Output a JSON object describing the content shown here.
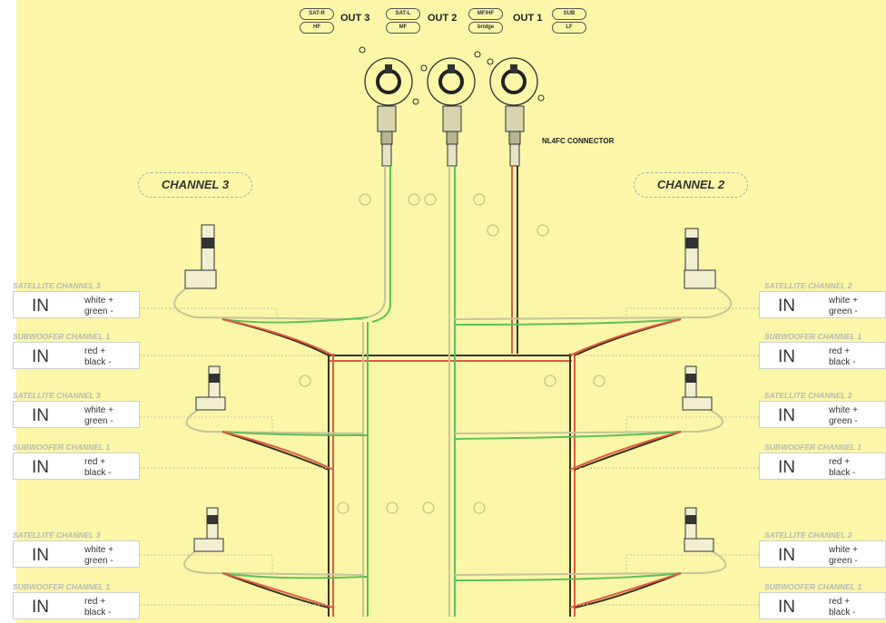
{
  "outputs": [
    {
      "label": "OUT 3",
      "pin_top": "SAT-R",
      "pin_bottom": "HF"
    },
    {
      "label": "OUT 2",
      "pin_top": "SAT-L",
      "pin_bottom": "MF"
    },
    {
      "label": "OUT 1",
      "pin_top": "MF/HF",
      "pin_bottom": "bridge"
    },
    {
      "label": "",
      "pin_top": "SUB",
      "pin_bottom": "LF"
    }
  ],
  "connector_label": "NL4FC CONNECTOR",
  "channel_left": "CHANNEL 3",
  "channel_right": "CHANNEL 2",
  "left_groups": [
    {
      "title": "SATELLITE CHANNEL 3",
      "in": "IN",
      "l1": "white +",
      "l2": "green -"
    },
    {
      "title": "SUBWOOFER CHANNEL 1",
      "in": "IN",
      "l1": "red +",
      "l2": "black -"
    },
    {
      "title": "SATELLITE CHANNEL 3",
      "in": "IN",
      "l1": "white +",
      "l2": "green -"
    },
    {
      "title": "SUBWOOFER CHANNEL 1",
      "in": "IN",
      "l1": "red +",
      "l2": "black -"
    },
    {
      "title": "SATELLITE CHANNEL 3",
      "in": "IN",
      "l1": "white +",
      "l2": "green -"
    },
    {
      "title": "SUBWOOFER CHANNEL 1",
      "in": "IN",
      "l1": "red +",
      "l2": "black -"
    }
  ],
  "right_groups": [
    {
      "title": "SATELLITE CHANNEL 2",
      "in": "IN",
      "l1": "white +",
      "l2": "green -"
    },
    {
      "title": "SUBWOOFER CHANNEL 1",
      "in": "IN",
      "l1": "red +",
      "l2": "black -"
    },
    {
      "title": "SATELLITE CHANNEL 2",
      "in": "IN",
      "l1": "white +",
      "l2": "green -"
    },
    {
      "title": "SUBWOOFER CHANNEL 1",
      "in": "IN",
      "l1": "red +",
      "l2": "black -"
    },
    {
      "title": "SATELLITE CHANNEL 2",
      "in": "IN",
      "l1": "white +",
      "l2": "green -"
    },
    {
      "title": "SUBWOOFER CHANNEL 1",
      "in": "IN",
      "l1": "red +",
      "l2": "black -"
    }
  ],
  "polarity": {
    "plus": "+",
    "minus": "−"
  },
  "colors": {
    "background": "#fbf6a8",
    "white_wire": "#c8c49a",
    "green_wire": "#5cc15a",
    "red_wire": "#e05a45",
    "black_wire": "#3a3320"
  }
}
